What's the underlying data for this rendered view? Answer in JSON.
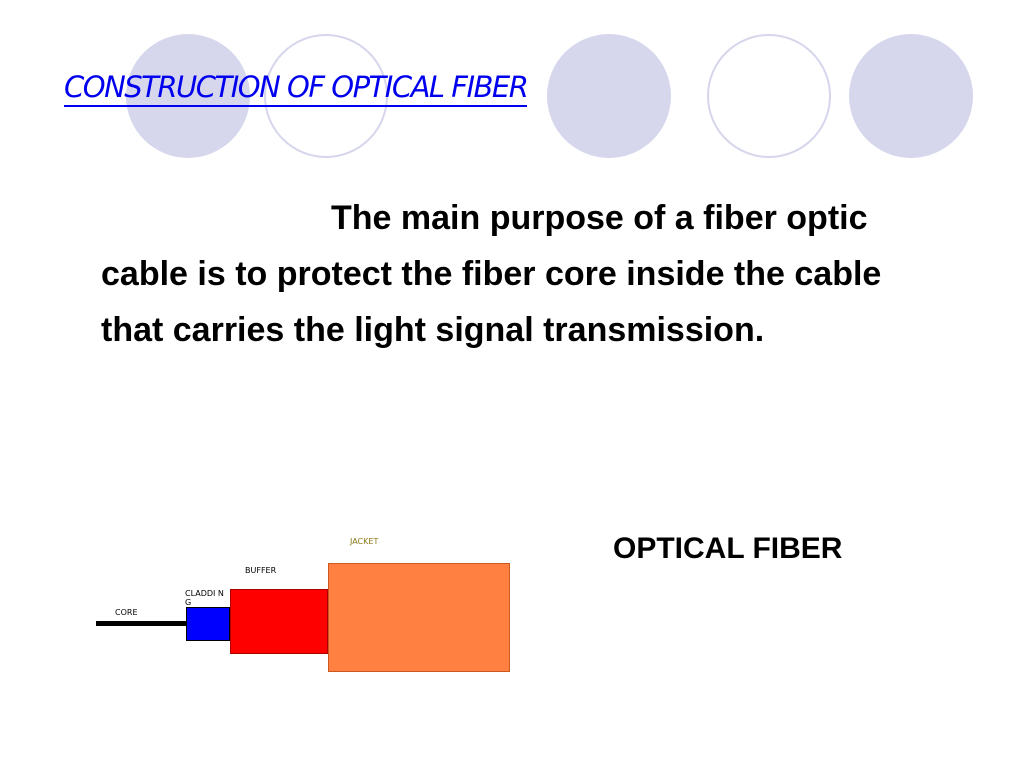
{
  "slide": {
    "title": "CONSTRUCTION OF OPTICAL FIBER",
    "body": "The main purpose of a fiber optic cable is to protect the fiber core inside the cable that carries the light signal transmission.",
    "caption": "OPTICAL FIBER"
  },
  "diagram": {
    "labels": {
      "core": "CORE",
      "cladding": "CLADDI NG",
      "buffer": "BUFFER",
      "jacket": "JACKET"
    }
  },
  "colors": {
    "title": "#0000ee",
    "decoration": "#d6d6ec",
    "core": "#000000",
    "cladding": "#0000ff",
    "buffer": "#ff0000",
    "jacket": "#ff8040"
  }
}
